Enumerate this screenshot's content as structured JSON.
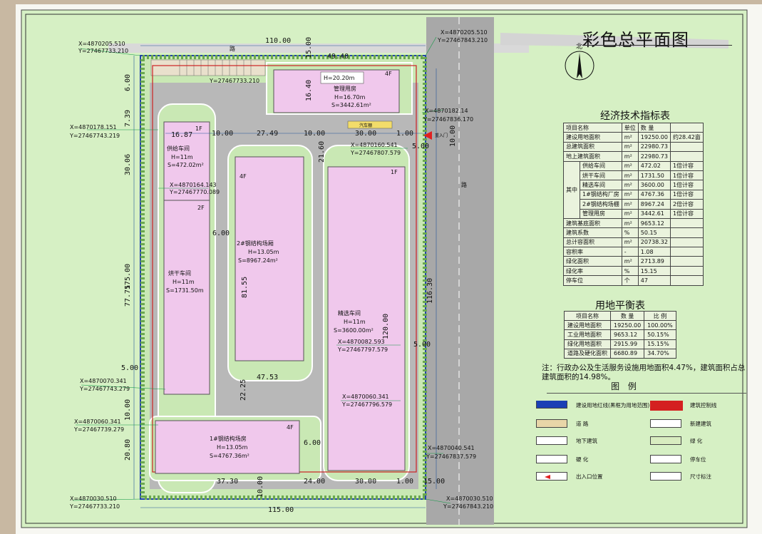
{
  "drawing_title": "彩色总平面图",
  "north_label": "北",
  "road_label": "路",
  "parking_label": "汽车棚",
  "gate_label": "重入门",
  "buildings": [
    {
      "id": "mgmt",
      "name": "管理用房",
      "height": "H=20.20m",
      "height2": "H=16.70m",
      "area": "S=3442.61m²",
      "floors": "4F"
    },
    {
      "id": "supply",
      "name": "供给车间",
      "height": "H=11m",
      "area": "S=472.02m²",
      "floors": "1F"
    },
    {
      "id": "dry",
      "name": "烘干车间",
      "height": "H=11m",
      "area": "S=1731.50m",
      "floors": "2F"
    },
    {
      "id": "steel2",
      "name": "2#钢结构场厢",
      "height": "H=13.05m",
      "area": "S=8967.24m²",
      "floors": "4F"
    },
    {
      "id": "select",
      "name": "精选车间",
      "height": "H=11m",
      "area": "S=3600.00m²",
      "floors": "1F"
    },
    {
      "id": "steel1",
      "name": "1#钢结构场房",
      "height": "H=13.05m",
      "area": "S=4767.36m²",
      "floors": "4F"
    }
  ],
  "dimensions": [
    "110.00",
    "49.40",
    "6.00",
    "15.00",
    "16.40",
    "1.00",
    "7.39",
    "30.06",
    "16.87",
    "10.00",
    "27.49",
    "10.00",
    "30.00",
    "1.00",
    "21.60",
    "5.00",
    "10.00",
    "175.00",
    "77.75",
    "6.00",
    "81.55",
    "120.00",
    "116.30",
    "5.00",
    "47.53",
    "22.25",
    "10.00",
    "20.80",
    "5.00",
    "6.00",
    "37.30",
    "24.00",
    "10.00",
    "30.00",
    "1.00",
    "15.00",
    "10.00",
    "115.00",
    "5.00"
  ],
  "coordinates": [
    {
      "x": "X=4870205.510",
      "y": "Y=27467733.210"
    },
    {
      "x": "X=4870205.510",
      "y": "Y=27467843.210"
    },
    {
      "x": "X=4870182.14",
      "y": "Y=27467836.170"
    },
    {
      "x": "X=4870178.151",
      "y": "Y=27467743.219"
    },
    {
      "x": "X=4870160.541",
      "y": "Y=27467807.579"
    },
    {
      "x": "X=4870164.143",
      "y": "Y=27467770.089"
    },
    {
      "x": "X=4870082.593",
      "y": "Y=27467797.579"
    },
    {
      "x": "X=4870070.341",
      "y": "Y=27467743.279"
    },
    {
      "x": "X=4870060.341",
      "y": "Y=27467796.579"
    },
    {
      "x": "X=4870060.341",
      "y": "Y=27467739.279"
    },
    {
      "x": "X=4870040.541",
      "y": "Y=27467837.579"
    },
    {
      "x": "X=4870030.510",
      "y": "Y=27467733.210"
    },
    {
      "x": "X=4870030.510",
      "y": "Y=27467843.210"
    },
    {
      "x": "",
      "y": "Y=27467733.210"
    }
  ],
  "tech_table": {
    "title": "经济技术指标表",
    "headers": [
      "项目名称",
      "单位",
      "数 量",
      ""
    ],
    "group_label": "其中",
    "rows": [
      {
        "name": "建设用地面积",
        "unit": "m²",
        "value": "19250.00",
        "note": "约28.42亩"
      },
      {
        "name": "总建筑面积",
        "unit": "m²",
        "value": "22980.73",
        "note": ""
      },
      {
        "name": "地上建筑面积",
        "unit": "m²",
        "value": "22980.73",
        "note": ""
      },
      {
        "name": "供给车间",
        "unit": "m²",
        "value": "472.02",
        "note": "1倍计容"
      },
      {
        "name": "烘干车间",
        "unit": "m²",
        "value": "1731.50",
        "note": "1倍计容"
      },
      {
        "name": "精选车间",
        "unit": "m²",
        "value": "3600.00",
        "note": "1倍计容"
      },
      {
        "name": "1#钢结构厂房",
        "unit": "m²",
        "value": "4767.36",
        "note": "1倍计容"
      },
      {
        "name": "2#钢结构场棚",
        "unit": "m²",
        "value": "8967.24",
        "note": "2倍计容"
      },
      {
        "name": "管理用房",
        "unit": "m²",
        "value": "3442.61",
        "note": "1倍计容"
      },
      {
        "name": "建筑基底面积",
        "unit": "m²",
        "value": "9653.12",
        "note": ""
      },
      {
        "name": "建筑系数",
        "unit": "%",
        "value": "50.15",
        "note": ""
      },
      {
        "name": "总计容面积",
        "unit": "m²",
        "value": "20738.32",
        "note": ""
      },
      {
        "name": "容积率",
        "unit": "-",
        "value": "1.08",
        "note": ""
      },
      {
        "name": "绿化面积",
        "unit": "m²",
        "value": "2713.89",
        "note": ""
      },
      {
        "name": "绿化率",
        "unit": "%",
        "value": "15.15",
        "note": ""
      },
      {
        "name": "停车位",
        "unit": "个",
        "value": "47",
        "note": ""
      }
    ]
  },
  "land_table": {
    "title": "用地平衡表",
    "headers": [
      "项目名称",
      "数 量",
      "比 例"
    ],
    "rows": [
      {
        "name": "建设用地面积",
        "value": "19250.00",
        "ratio": "100.00%"
      },
      {
        "name": "工业用地面积",
        "value": "9653.12",
        "ratio": "50.15%"
      },
      {
        "name": "绿化用地面积",
        "value": "2915.99",
        "ratio": "15.15%"
      },
      {
        "name": "道路及硬化面积",
        "value": "6680.89",
        "ratio": "34.70%"
      }
    ]
  },
  "note": "注：行政办公及生活服务设施用地面积4.47%，建筑面积占总建筑面积的14.98%。",
  "legend": {
    "title": "图 例",
    "items": [
      {
        "label": "建设用地红线(黑框为用地范围)",
        "color": "#1a3fb5"
      },
      {
        "label": "建筑控制线",
        "color": "#d42020"
      },
      {
        "label": "道 路",
        "color": "#e8d6a8"
      },
      {
        "label": "新建建筑",
        "color": "#ffffff"
      },
      {
        "label": "地下建筑",
        "color": "#ffffff"
      },
      {
        "label": "绿 化",
        "color": "#d8ecc0"
      },
      {
        "label": "硬 化",
        "color": "#ffffff"
      },
      {
        "label": "停车位",
        "color": "#ffffff"
      },
      {
        "label": "出入口位置",
        "color": "#e02020"
      },
      {
        "label": "尺寸标注",
        "color": "#ffffff"
      }
    ]
  },
  "colors": {
    "sheet_green": "#d6f0c4",
    "building_pink": "#f0c8ec",
    "road_gray": "#a8a8a8",
    "site_red": "#cc2222",
    "site_blue": "#2244aa"
  }
}
